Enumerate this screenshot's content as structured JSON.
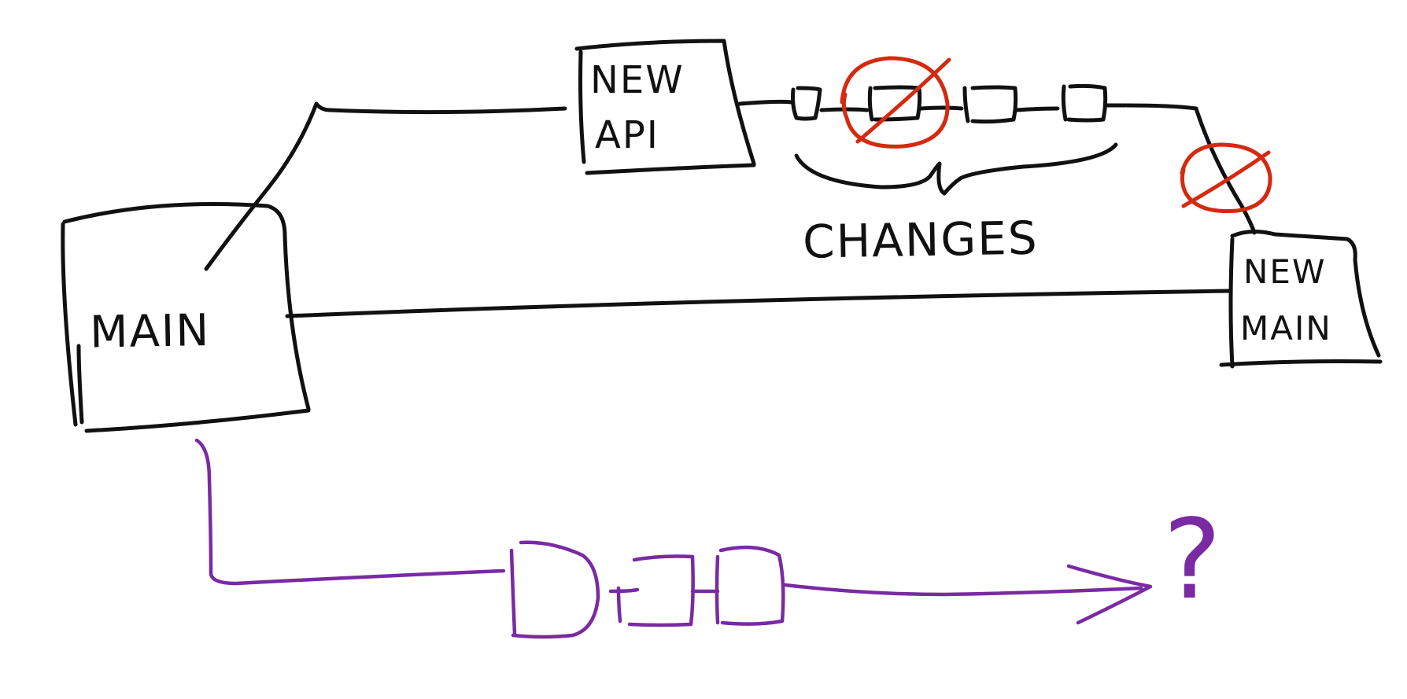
{
  "nodes": {
    "main": {
      "label": "MAIN"
    },
    "new_api": {
      "line1": "NEW",
      "line2": "API"
    },
    "new_main": {
      "line1": "NEW",
      "line2": "MAIN"
    }
  },
  "annotations": {
    "changes": "CHANGES",
    "unknown_outcome": "?"
  },
  "colors": {
    "ink": "#111111",
    "rejected": "#d42a10",
    "alternative_branch": "#7a2aa3",
    "background": "#ffffff"
  }
}
